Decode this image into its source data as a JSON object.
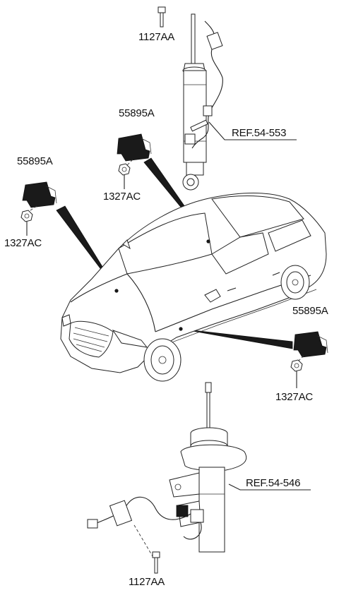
{
  "labels": {
    "bolt_top": "1127AA",
    "ref_rear": "REF.54-553",
    "sensor_mid": "55895A",
    "nut_mid": "1327AC",
    "sensor_left": "55895A",
    "nut_left": "1327AC",
    "sensor_right": "55895A",
    "nut_right": "1327AC",
    "ref_front": "REF.54-546",
    "bolt_bottom": "1127AA"
  }
}
